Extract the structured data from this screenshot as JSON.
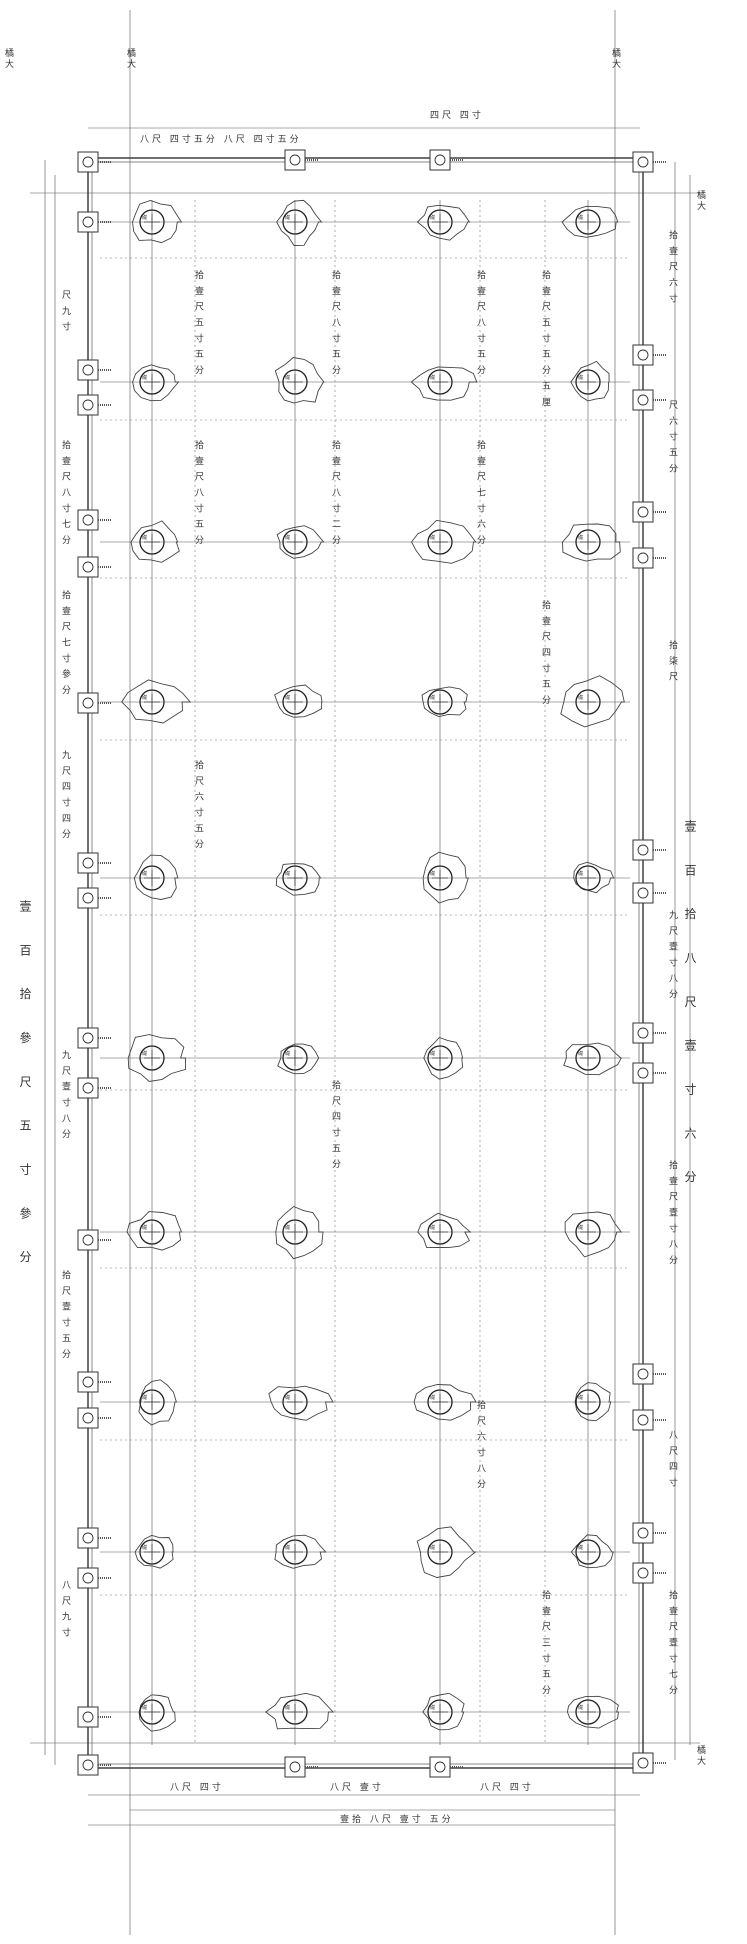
{
  "labels": {
    "corner_top_left": "橘大",
    "top_axis_left": "橘大",
    "top_axis_right": "橘大",
    "right_top": "橘大",
    "right_bottom": "橘大",
    "top_span": "八尺 四寸五分 八尺 四寸五分",
    "top_note": "四尺 四寸",
    "bottom_span": "壹拾 八尺 壹寸 五分",
    "bottom_seg_1": "八尺 四寸",
    "bottom_seg_2": "八尺 壹寸",
    "bottom_seg_3": "八尺 四寸",
    "right_total": "壹 百 拾 八 尺 壹 寸 六 分",
    "right_sub_1": "拾 壹 尺 六 寸",
    "right_sub_2": "尺 六 寸 五 分",
    "right_sub_3": "拾 柒 尺",
    "right_sub_4": "九 尺 壹 寸 八 分",
    "right_sub_5": "拾 壹 尺 壹 寸 八 分",
    "right_sub_6": "八 尺 四 寸",
    "right_sub_7": "拾 壹 尺 壹 寸 七 分",
    "left_total": "壹 百 拾 參 尺 五 寸 參 分",
    "left_sub_1": "尺 九 寸",
    "left_sub_2": "拾 壹 尺 八 寸 七 分",
    "left_sub_3": "拾 壹 尺 七 寸 參 分",
    "left_sub_4": "九 尺 四 寸 四 分",
    "left_sub_5": "九 尺 壹 寸 八 分",
    "left_sub_6": "拾 尺 壹 寸 五 分",
    "left_sub_7": "八 尺 九 寸",
    "col_note_1": "拾 壹 尺 五 寸 五 分",
    "col_note_2": "拾 壹 尺 八 寸 五 分",
    "col_note_3": "拾 壹 尺 八 寸 五 分",
    "col_note_4": "拾 壹 尺 五 寸 五 分 五 厘",
    "col_note_5": "拾 壹 尺 八 寸 五 分",
    "col_note_6": "拾 壹 尺 八 寸 二 分",
    "col_note_7": "拾 壹 尺 七 寸 六 分",
    "col_note_8": "拾 壹 尺 四 寸 五 分",
    "col_note_9": "拾 尺 六 寸 五 分",
    "col_note_10": "拾 尺 四 寸 五 分",
    "col_note_11": "拾 尺 六 寸 八 分",
    "col_note_12": "拾 壹 尺 三 寸 五 分",
    "post_mark": "礎"
  }
}
